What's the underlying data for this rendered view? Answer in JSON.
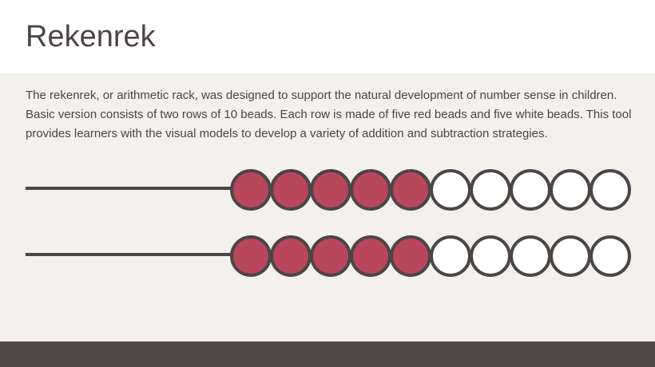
{
  "header": {
    "title": "Rekenrek"
  },
  "main": {
    "description": "The rekenrek, or arithmetic rack, was designed to support the natural development of number sense in children. Basic version consists of two rows of 10 beads. Each row is made of five red beads and five white beads. This tool provides learners with the visual models to develop a variety of addition and subtraction strategies."
  },
  "rekenrek": {
    "rows": [
      {
        "beads": [
          "red",
          "red",
          "red",
          "red",
          "red",
          "white",
          "white",
          "white",
          "white",
          "white"
        ]
      },
      {
        "beads": [
          "red",
          "red",
          "red",
          "red",
          "red",
          "white",
          "white",
          "white",
          "white",
          "white"
        ]
      }
    ]
  },
  "colors": {
    "red_bead": "#b9475c",
    "white_bead": "#ffffff",
    "outline": "#4d4545",
    "background": "#f4f1ec",
    "footer": "#514848"
  }
}
